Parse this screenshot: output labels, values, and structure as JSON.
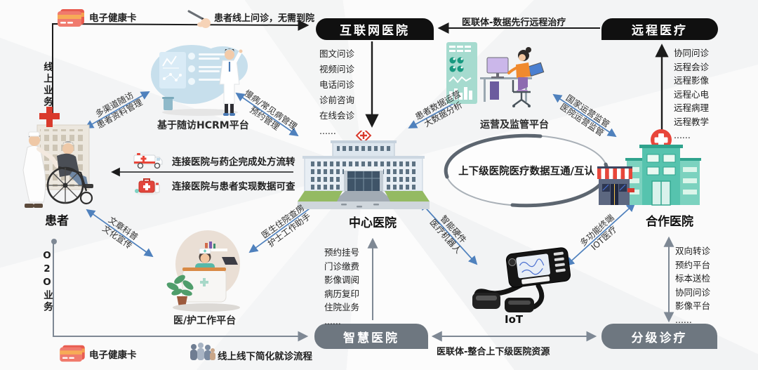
{
  "nodes": {
    "internet_hospital": {
      "label": "互联网医院"
    },
    "telemedicine": {
      "label": "远程医疗"
    },
    "smart_hospital": {
      "label": "智慧医院"
    },
    "tiered_diagnosis": {
      "label": "分级诊疗"
    },
    "central_hospital": {
      "label": "中心医院"
    },
    "partner_hospital": {
      "label": "合作医院"
    },
    "patient": {
      "label": "患者"
    },
    "hcrm_platform": {
      "label": "基于随访HCRM平台"
    },
    "ops_platform": {
      "label": "运营及监管平台"
    },
    "staff_platform": {
      "label": "医/护工作平台"
    },
    "iot": {
      "label": "IoT"
    }
  },
  "annotations": {
    "card_top": "电子健康卡",
    "online_visit": "患者线上问诊，无需到院",
    "remote_first": "医联体-数据先行远程治疗",
    "online_biz": "线上业务",
    "o2o_biz": "O2O业务",
    "rx_flow": "连接医院与药企完成处方流转",
    "data_check": "连接医院与患者实现数据可查",
    "ellipse_text": "上下级医院医疗数据互通/互认",
    "simplify_flow": "线上线下简化就诊流程",
    "integrate_res": "医联体-整合上下级医院资源",
    "card_bottom": "电子健康卡"
  },
  "lists": {
    "internet": [
      "图文问诊",
      "视频问诊",
      "电话问诊",
      "诊前咨询",
      "在线会诊",
      "......"
    ],
    "telemedicine": [
      "协同问诊",
      "远程会诊",
      "远程影像",
      "远程心电",
      "远程病理",
      "远程教学",
      "......"
    ],
    "smart": [
      "预约挂号",
      "门诊缴费",
      "影像调阅",
      "病历复印",
      "住院业务",
      "......"
    ],
    "tiered": [
      "双向转诊",
      "预约平台",
      "标本送检",
      "协同问诊",
      "影像平台",
      "......"
    ]
  },
  "edges": {
    "multichannel": {
      "line1": "多渠道随访",
      "line2": "患者资料管理"
    },
    "chronic": {
      "line1": "慢病/常见病管理",
      "line2": "预约管理"
    },
    "patient_data": {
      "line1": "患者数据运营",
      "line2": "大数据分析"
    },
    "regulation": {
      "line1": "国家运营监管",
      "line2": "医院运营监管"
    },
    "publicity": {
      "line1": "文章科普",
      "line2": "文化宣传"
    },
    "assist": {
      "line1": "医生住院查房",
      "line2": "护士工作助手"
    },
    "hardware": {
      "line1": "智能硬件",
      "line2": "医疗机器人"
    },
    "terminal": {
      "line1": "多功能终端",
      "line2": "IOT医疗"
    }
  },
  "colors": {
    "arrow_blue": "#4f81bd",
    "arrow_gray": "#7e8894",
    "arrow_black": "#1b1b1b",
    "node_black": "#101010",
    "node_gray": "#6e7780",
    "cross_red": "#d93a2c",
    "hospital_teal": "#56c3ae"
  }
}
